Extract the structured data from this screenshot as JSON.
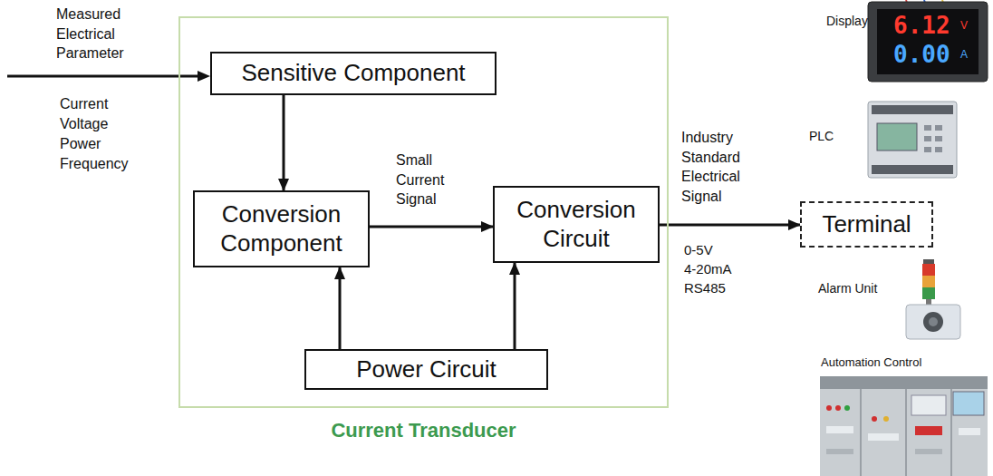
{
  "diagram": {
    "nodes": [
      {
        "text": [
          "Current Transducer"
        ]
      },
      {
        "text": [
          "Sensitive Component"
        ],
        "in": 0
      },
      {
        "text": [
          "Conversion Component"
        ],
        "in": 0
      },
      {
        "text": [
          "Conversion Circuit"
        ],
        "in": 0
      },
      {
        "text": [
          "Power Circuit"
        ],
        "in": 0
      },
      {
        "text": [
          "Terminal"
        ]
      }
    ],
    "edges": [
      {
        "from": 1,
        "to": 2,
        "arrow": "to"
      },
      {
        "from": 2,
        "to": 3,
        "label": "Small Current Signal",
        "arrow": "to"
      },
      {
        "from": 4,
        "to": 2,
        "arrow": "to"
      },
      {
        "from": 4,
        "to": 3,
        "arrow": "to"
      },
      {
        "from": 3,
        "to": 5,
        "label": "Industry Standard Electrical Signal",
        "arrow": "to"
      }
    ],
    "labels": [
      "Measured Electrical Parameter",
      "Current",
      "Voltage",
      "Power",
      "Frequency",
      "0-5V",
      "4-20mA",
      "RS485",
      "Display",
      "6.12",
      "V",
      "0.00",
      "A",
      "PLC",
      "Alarm Unit",
      "Automation Control"
    ]
  }
}
